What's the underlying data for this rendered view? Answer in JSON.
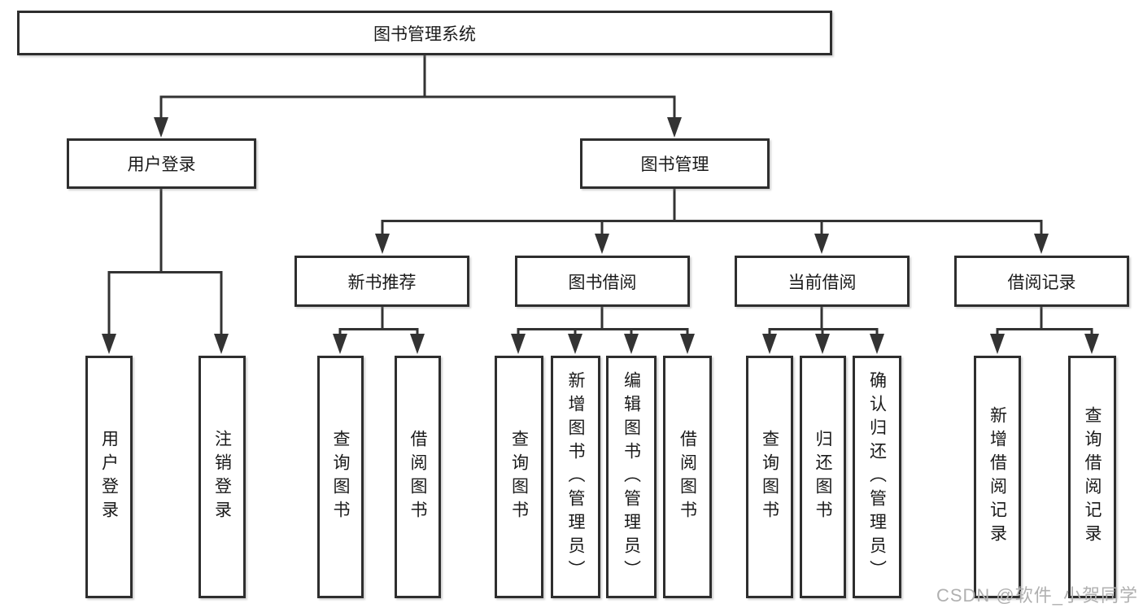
{
  "diagram": {
    "root": {
      "label": "图书管理系统"
    },
    "branches": [
      {
        "label": "用户登录",
        "children": [
          {
            "label": "用户登录"
          },
          {
            "label": "注销登录"
          }
        ]
      },
      {
        "label": "图书管理",
        "children": [
          {
            "label": "新书推荐",
            "children": [
              {
                "label": "查询图书"
              },
              {
                "label": "借阅图书"
              }
            ]
          },
          {
            "label": "图书借阅",
            "children": [
              {
                "label": "查询图书"
              },
              {
                "label": "新增图书（管理员）"
              },
              {
                "label": "编辑图书（管理员）"
              },
              {
                "label": "借阅图书"
              }
            ]
          },
          {
            "label": "当前借阅",
            "children": [
              {
                "label": "查询图书"
              },
              {
                "label": "归还图书"
              },
              {
                "label": "确认归还（管理员）"
              }
            ]
          },
          {
            "label": "借阅记录",
            "children": [
              {
                "label": "新增借阅记录"
              },
              {
                "label": "查询借阅记录"
              }
            ]
          }
        ]
      }
    ]
  },
  "watermark": {
    "text": "CSDN @软件_小贺同学"
  },
  "colors": {
    "line": "#333333",
    "border": "#2e2e2e",
    "text": "#1a1a1a",
    "watermark": "#b0b0b0",
    "background": "#ffffff"
  }
}
